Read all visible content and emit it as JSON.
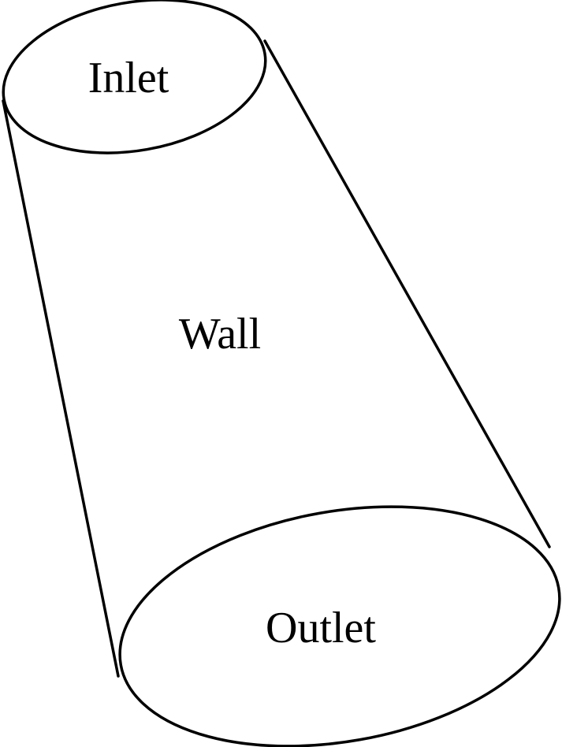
{
  "labels": {
    "inlet": "Inlet",
    "wall": "Wall",
    "outlet": "Outlet"
  },
  "colors": {
    "stroke": "#000000",
    "background": "#ffffff"
  }
}
